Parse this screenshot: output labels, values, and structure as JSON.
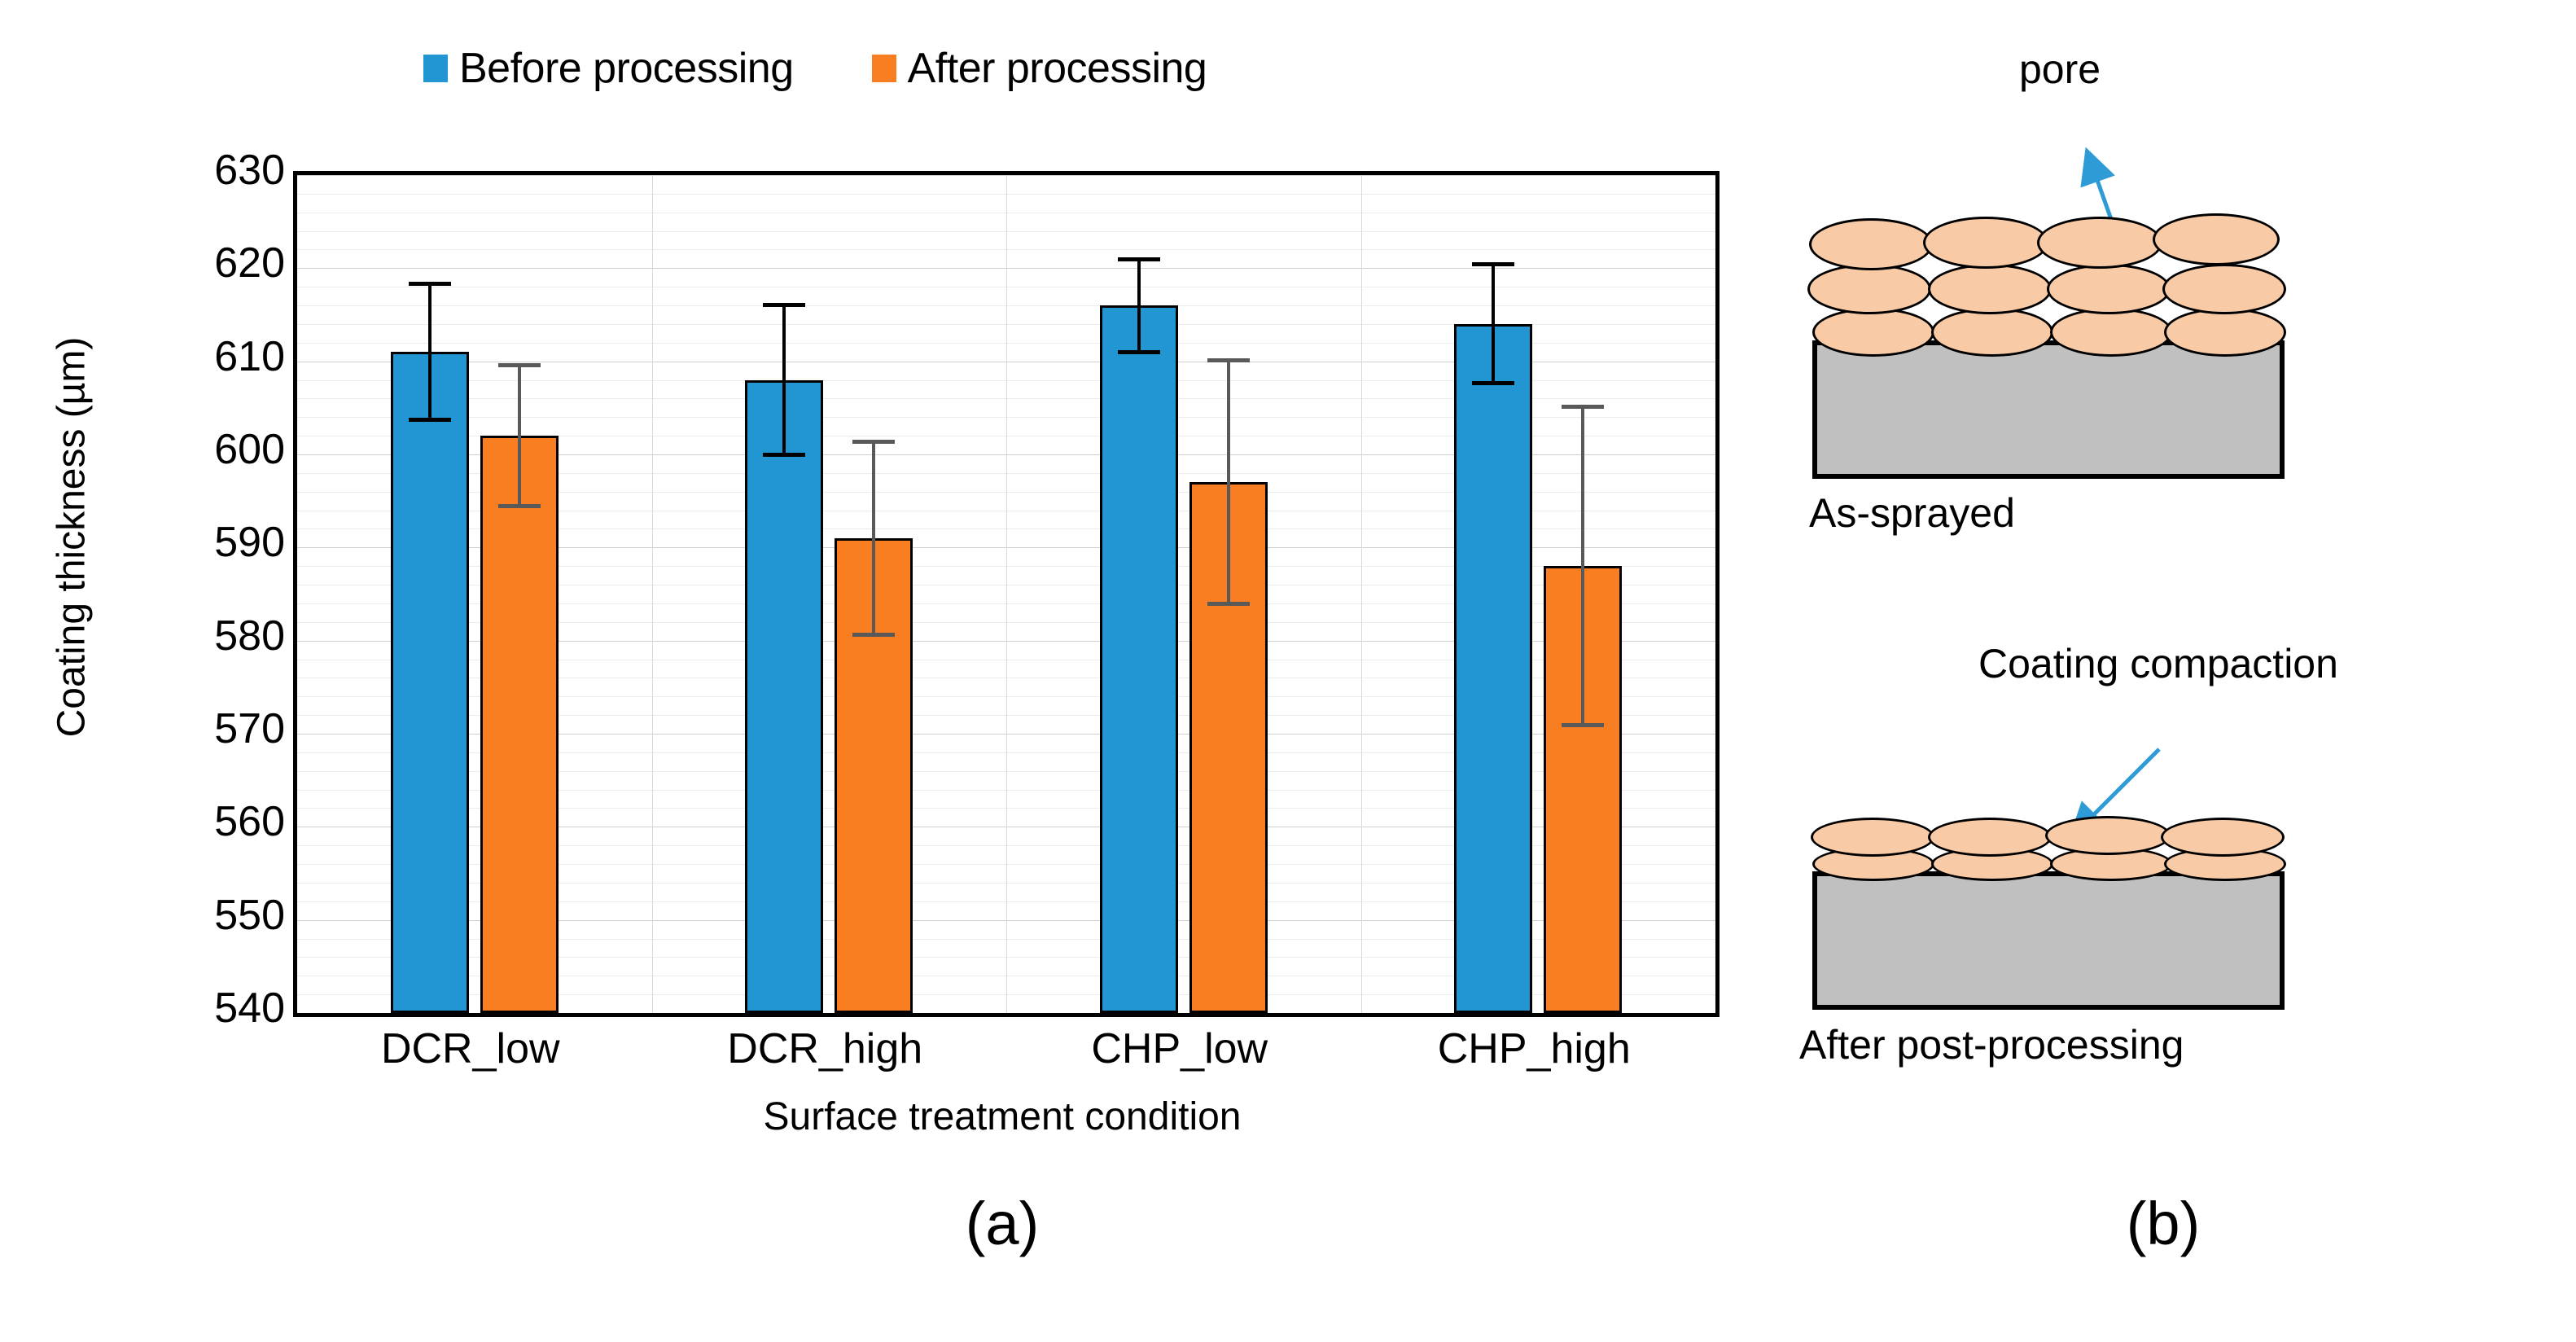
{
  "panel_a": {
    "label": "(a)",
    "legend": [
      {
        "name": "Before processing",
        "color": "#2196d3"
      },
      {
        "name": "After processing",
        "color": "#f97e22"
      }
    ],
    "xlabel": "Surface treatment condition",
    "ylabel": "Coating thickness (µm)"
  },
  "panel_b": {
    "label": "(b)",
    "as_sprayed": {
      "caption": "As-sprayed",
      "annotation": "pore",
      "substrate_color": "#c0c0c0",
      "splat_color": "#f8cba6",
      "arrow_color": "#2e9bd6"
    },
    "post_processed": {
      "caption": "After post-processing",
      "annotation": "Coating compaction",
      "substrate_color": "#c0c0c0",
      "splat_color": "#f8cba6",
      "arrow_color": "#2e9bd6"
    }
  },
  "chart_data": {
    "type": "bar",
    "title": "",
    "xlabel": "Surface treatment condition",
    "ylabel": "Coating thickness (µm)",
    "categories": [
      "DCR_low",
      "DCR_high",
      "CHP_low",
      "CHP_high"
    ],
    "ylim": [
      540,
      630
    ],
    "yticks": [
      540,
      550,
      560,
      570,
      580,
      590,
      600,
      610,
      620,
      630
    ],
    "ytick_labels": [
      "540",
      "550",
      "560",
      "570",
      "580",
      "590",
      "600",
      "610",
      "620",
      "630"
    ],
    "grid": "horizontal-minor-and-major",
    "legend_position": "top-center",
    "error_bar_type": "symmetric",
    "series": [
      {
        "name": "Before processing",
        "color": "#2196d3",
        "values": [
          611,
          608,
          616,
          614
        ],
        "errors": [
          7.5,
          8.3,
          5.2,
          6.6
        ]
      },
      {
        "name": "After processing",
        "color": "#f97e22",
        "values": [
          602,
          591,
          597,
          588
        ],
        "errors": [
          7.8,
          10.6,
          13.3,
          17.3
        ]
      }
    ]
  }
}
